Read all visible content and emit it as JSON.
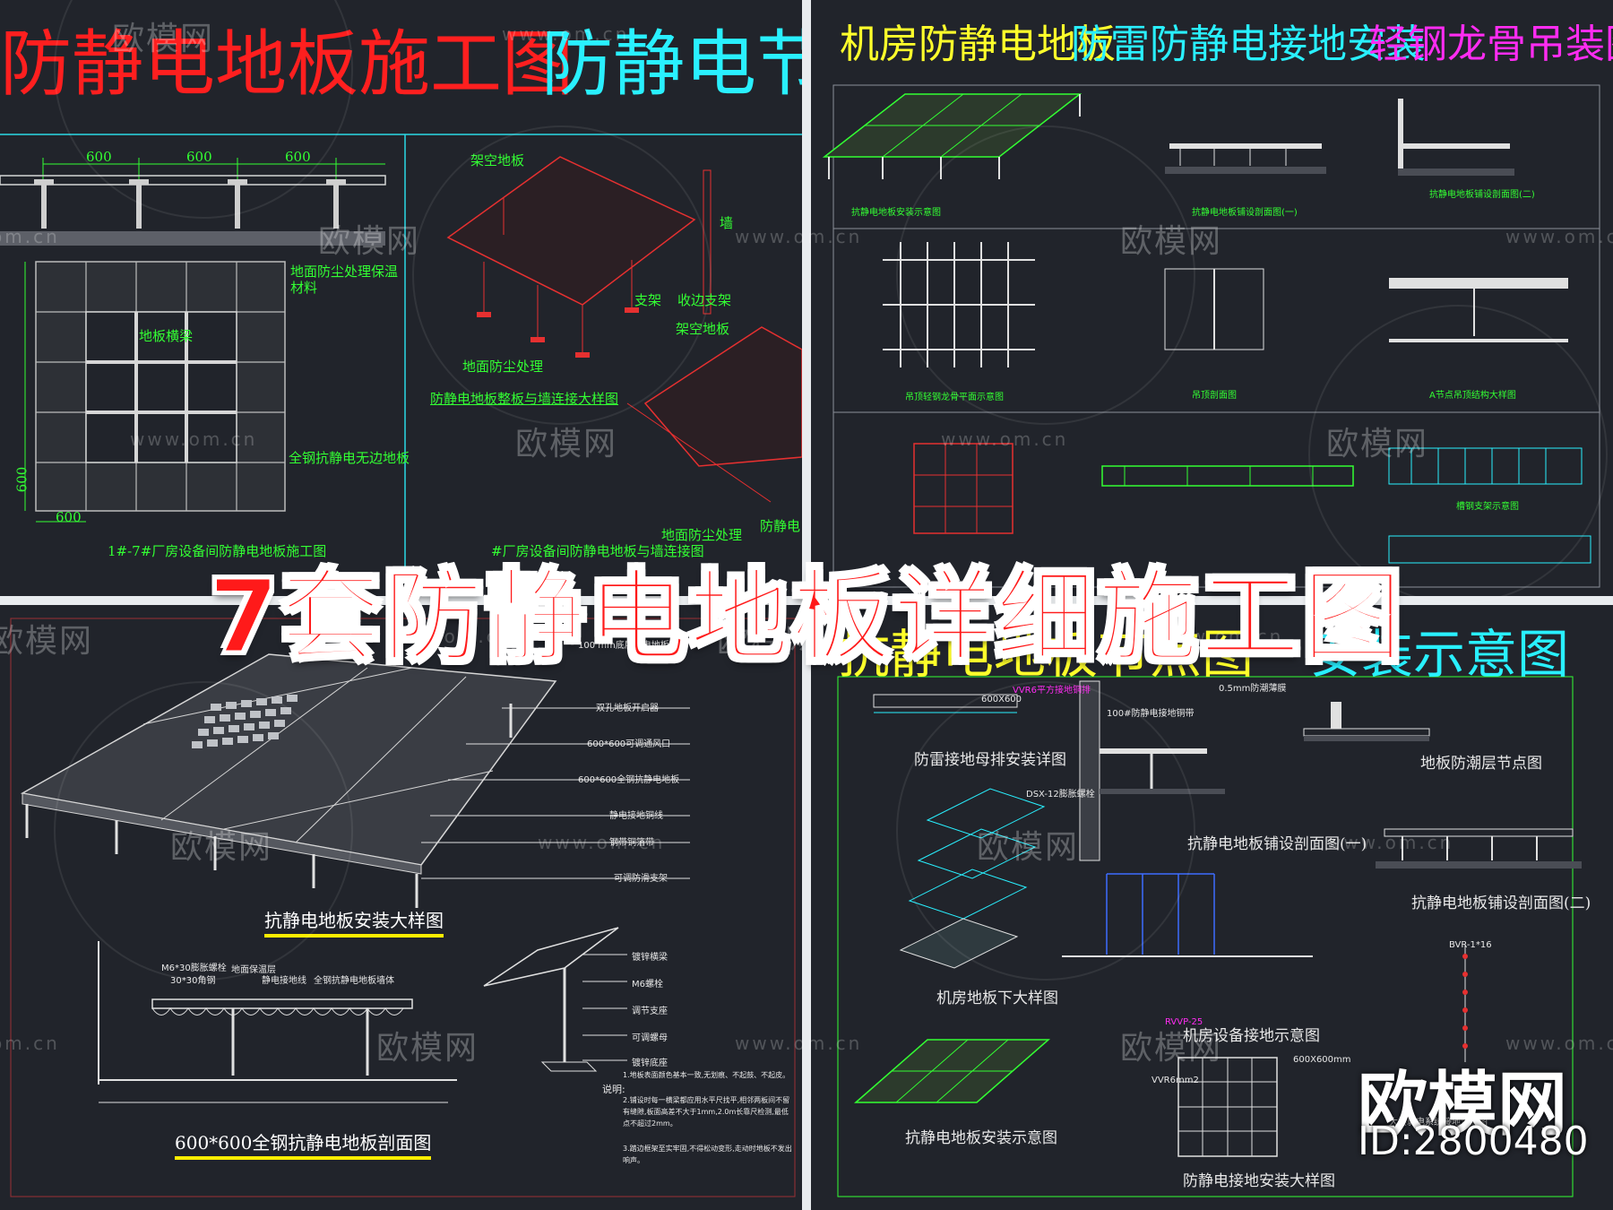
{
  "banner": "7套防静电地板详细施工图",
  "brand": {
    "name": "欧模网",
    "id": "ID:2800480"
  },
  "watermark": {
    "logo": "欧模网",
    "url": "www.om.cn",
    "url_partial": "om.cn"
  },
  "panel_tl": {
    "heading_red": "防静电地板施工图",
    "heading_cyan": "防静电节",
    "dims": [
      "600",
      "600",
      "600"
    ],
    "dim_side": "600",
    "dim_bottom": "600",
    "labels": {
      "floor_beam": "地板横梁",
      "dust_treat": "地面防尘处理保温材料",
      "steel_edge": "全钢抗静电无边地板",
      "raised_panel": "架空地板",
      "wall": "墙",
      "support": "支架",
      "edge_support": "收边支架",
      "raised_panel2": "架空地板",
      "ground_dust": "地面防尘处理",
      "wall_detail": "防静电地板整板与墙连接大样图",
      "ground_dust2": "地面防尘处理",
      "anti_static": "防静电",
      "caption_left": "1#-7#厂房设备间防静电地板施工图",
      "caption_right": "#厂房设备间防静电地板与墙连接图"
    }
  },
  "panel_tr": {
    "heading_yellow": "机房防静电地板",
    "heading_cyan": "防雷防静电接地安装",
    "heading_magenta": "轻钢龙骨吊装图",
    "captions": [
      "抗静电地板安装示意图",
      "抗静电地板铺设剖面图(一)",
      "抗静电地板铺设剖面图(二)",
      "吊顶轻钢龙骨平面示意图",
      "吊顶剖面图",
      "A节点吊顶结构大样图",
      "槽钢支架示意图"
    ]
  },
  "panel_bl": {
    "dim_top": "100 mm底层静电地板",
    "callouts": [
      "双孔地板开启器",
      "600*600可调通风口",
      "600*600全钢抗静电地板",
      "静电接地铜线",
      "钢带铜箔带",
      "可调防滑支架"
    ],
    "caption_install": "抗静电地板安装大样图",
    "section_labels": [
      "M6*30膨胀螺栓",
      "30*30角钢",
      "地面保温层",
      "静电接地线",
      "全钢抗静电地板",
      "墙体"
    ],
    "caption_section": "600*600全钢抗静电地板剖面图",
    "pedestal_labels": [
      "镀锌横梁",
      "M6螺栓",
      "调节支座",
      "可调螺母",
      "镀锌底座"
    ],
    "notes_title": "说明:",
    "notes": [
      "1.地板表面颜色基本一致,无划痕、不起鼓、不起皮。",
      "2.铺设时每一横梁都应用水平尺找平,相邻两板间不留有缝隙,板面高差不大于1mm,2.0m长靠尺检测,最低点不超过2mm。",
      "3.踏边框架至实牢固,不得松动变形,走动时地板不发出响声。"
    ]
  },
  "panel_br": {
    "heading_yellow": "抗静电地板节点图",
    "heading_cyan": "安装示意图",
    "captions": [
      "防雷接地母排安装详图",
      "地板防潮层节点图",
      "抗静电地板铺设剖面图(一)",
      "抗静电地板铺设剖面图(二)",
      "机房地板下大样图",
      "机房设备接地示意图",
      "抗静电地板安装示意图",
      "防静电接地安装大样图",
      "大楼弱电系统接地示意图"
    ],
    "small_labels": [
      "VVR6平方接地铜排",
      "600X600",
      "DSX-12膨胀螺栓",
      "100#防静电接地铜带",
      "0.5mm防潮薄膜",
      "BVR-1*16",
      "RVVP-25",
      "600X600mm",
      "VVR6mm2"
    ]
  },
  "colors": {
    "red": "#ff1f1f",
    "cyan": "#29f0ff",
    "yellow": "#ffff2b",
    "magenta": "#ff2cf2",
    "green": "#33ff33",
    "white": "#ffffff",
    "panel_bg": "#21242b",
    "divider": "#e9ecef"
  }
}
